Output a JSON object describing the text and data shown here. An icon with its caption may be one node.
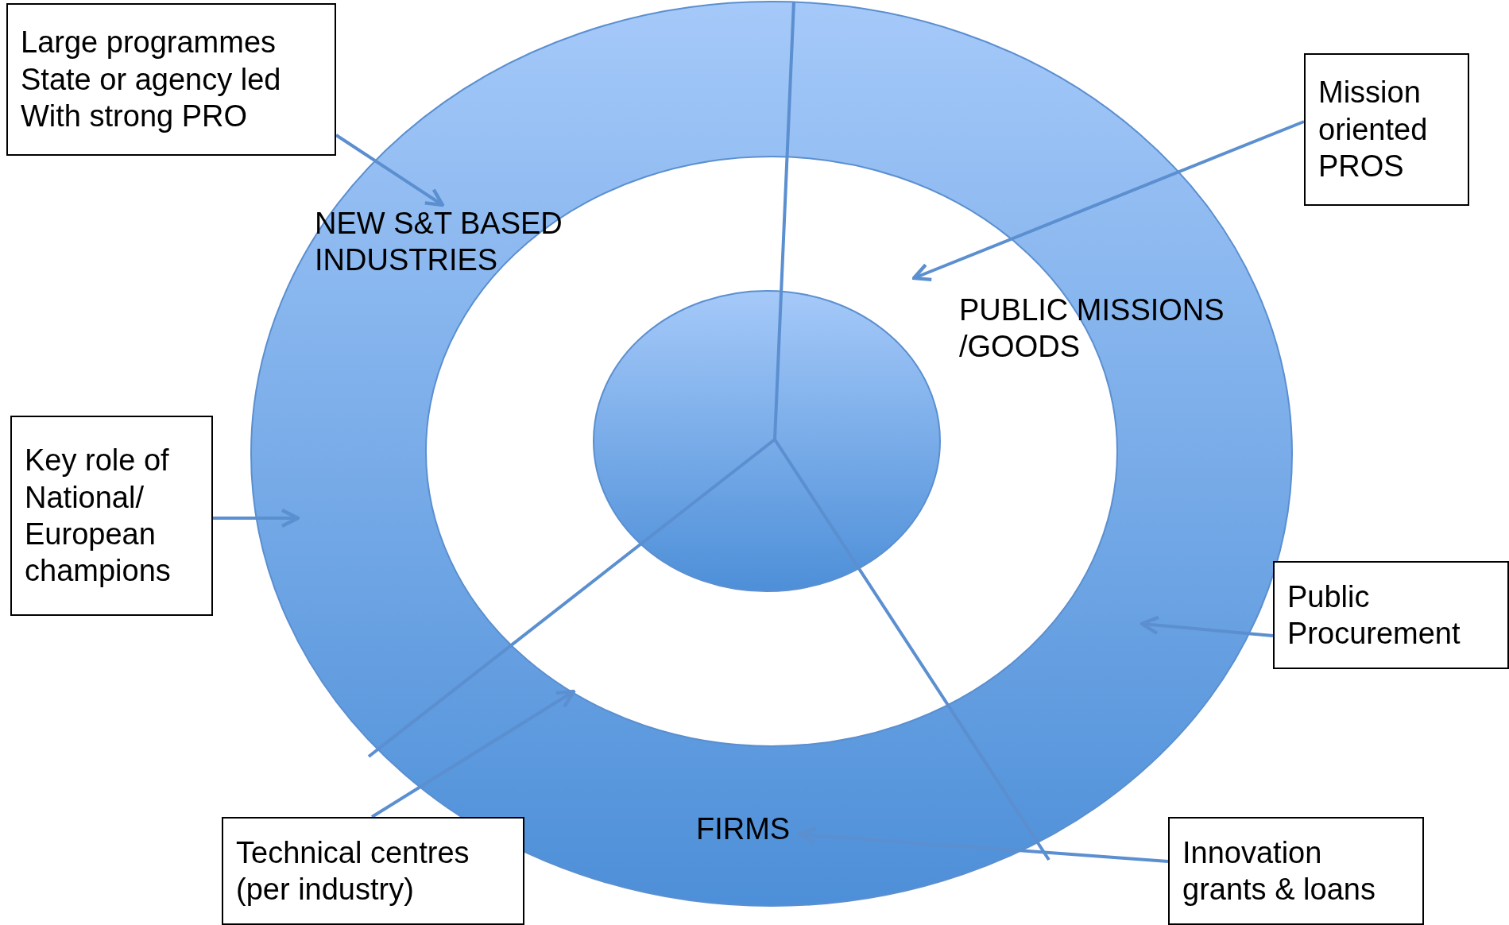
{
  "diagram": {
    "nodes": [
      {
        "text": [],
        "shape": "circle"
      },
      {
        "text": [],
        "shape": "circle",
        "in": 0
      },
      {
        "text": [],
        "shape": "circle",
        "in": 1
      },
      {
        "text": [
          "Large programmes",
          "State or agency led",
          "With strong PRO"
        ]
      },
      {
        "text": [
          "Mission oriented PROS"
        ]
      },
      {
        "text": [
          "NEW S&T BASED INDUSTRIES"
        ],
        "in": 0
      },
      {
        "text": [
          "PUBLIC MISSIONS /GOODS"
        ],
        "in": 0
      },
      {
        "text": [
          "Key role of National/ European champions"
        ]
      },
      {
        "text": [
          "Public Procurement"
        ]
      },
      {
        "text": [
          "FIRMS"
        ],
        "in": 0
      },
      {
        "text": [
          "Technical centres (per industry)"
        ]
      },
      {
        "text": [
          "Innovation grants & loans"
        ]
      }
    ],
    "edges": [
      {
        "from": 3,
        "to": 5,
        "arrow": "to"
      },
      {
        "from": 4,
        "to": 6,
        "arrow": "to"
      },
      {
        "from": 7,
        "to": 0,
        "arrow": "to"
      },
      {
        "from": 8,
        "to": 0,
        "arrow": "to"
      },
      {
        "from": 10,
        "to": 1,
        "arrow": "to"
      },
      {
        "from": 11,
        "to": 9,
        "arrow": "to"
      }
    ]
  }
}
